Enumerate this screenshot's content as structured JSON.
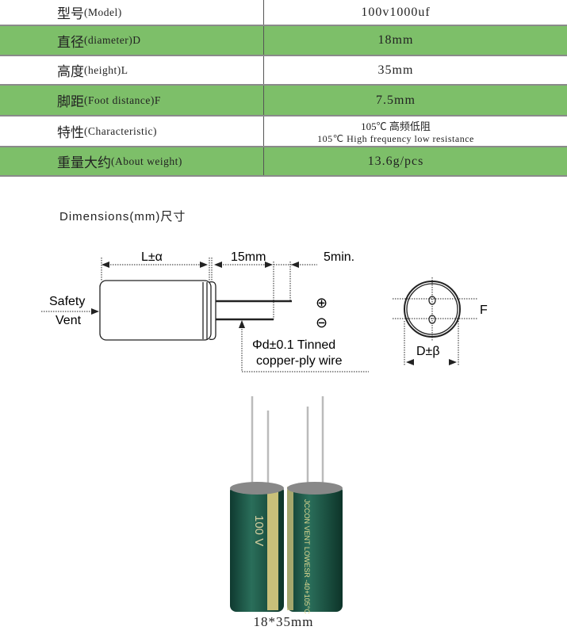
{
  "spec_table": [
    {
      "zh": "型号",
      "en": "(Model)",
      "value": "100v1000uf"
    },
    {
      "zh": "直径",
      "en": "(diameter)D",
      "value": "18mm"
    },
    {
      "zh": "高度",
      "en": "(height)L",
      "value": "35mm"
    },
    {
      "zh": "脚距",
      "en": "(Foot distance)F",
      "value": "7.5mm"
    },
    {
      "zh": "特性",
      "en": " (Characteristic)",
      "value": "105℃ 高频低阻",
      "value2": "105℃ High frequency low resistance"
    },
    {
      "zh": "重量大约",
      "en": "(About weight)",
      "value": "13.6g/pcs"
    }
  ],
  "dimensions": {
    "title": "Dimensions(mm)尺寸",
    "length_label": "L±α",
    "lead_label": "15mm",
    "min_label": "5min.",
    "vent_label1": "Safety",
    "vent_label2": "Vent",
    "plus": "⊕",
    "minus": "⊖",
    "wire_label1": "Φd±0.1 Tinned",
    "wire_label2": "copper-ply wire",
    "diameter_label": "D±β",
    "pitch_label": "F"
  },
  "photo": {
    "cap1_text": "100 V",
    "cap2_text": "JCCON VENT LOWESR -40+105°C",
    "caption": "18*35mm",
    "sleeve_color": "#1f5a4a",
    "stripe_color": "#c9c07a"
  }
}
